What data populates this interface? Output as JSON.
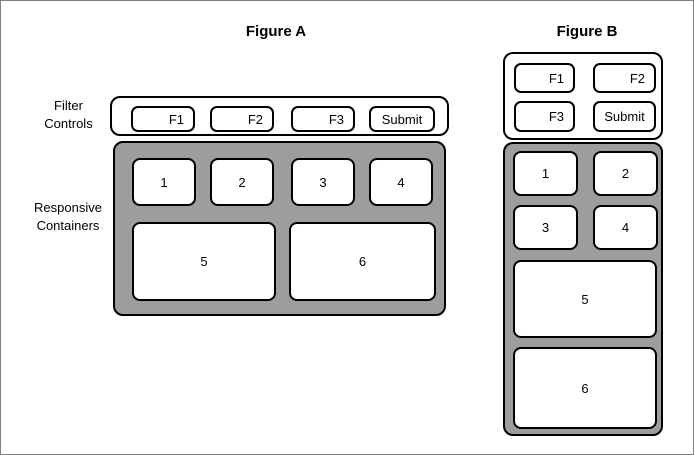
{
  "colors": {
    "container_fill": "#9d9d9d",
    "shape_border": "#000000",
    "page_border": "#7f7f7f",
    "background": "#ffffff"
  },
  "labels": {
    "filter_controls": "Filter\nControls",
    "responsive_containers": "Responsive\nContainers"
  },
  "figure_a": {
    "title": "Figure A",
    "buttons": [
      "F1",
      "F2",
      "F3",
      "Submit"
    ],
    "containers": [
      "1",
      "2",
      "3",
      "4",
      "5",
      "6"
    ]
  },
  "figure_b": {
    "title": "Figure B",
    "buttons": [
      "F1",
      "F2",
      "F3",
      "Submit"
    ],
    "containers": [
      "1",
      "2",
      "3",
      "4",
      "5",
      "6"
    ]
  }
}
